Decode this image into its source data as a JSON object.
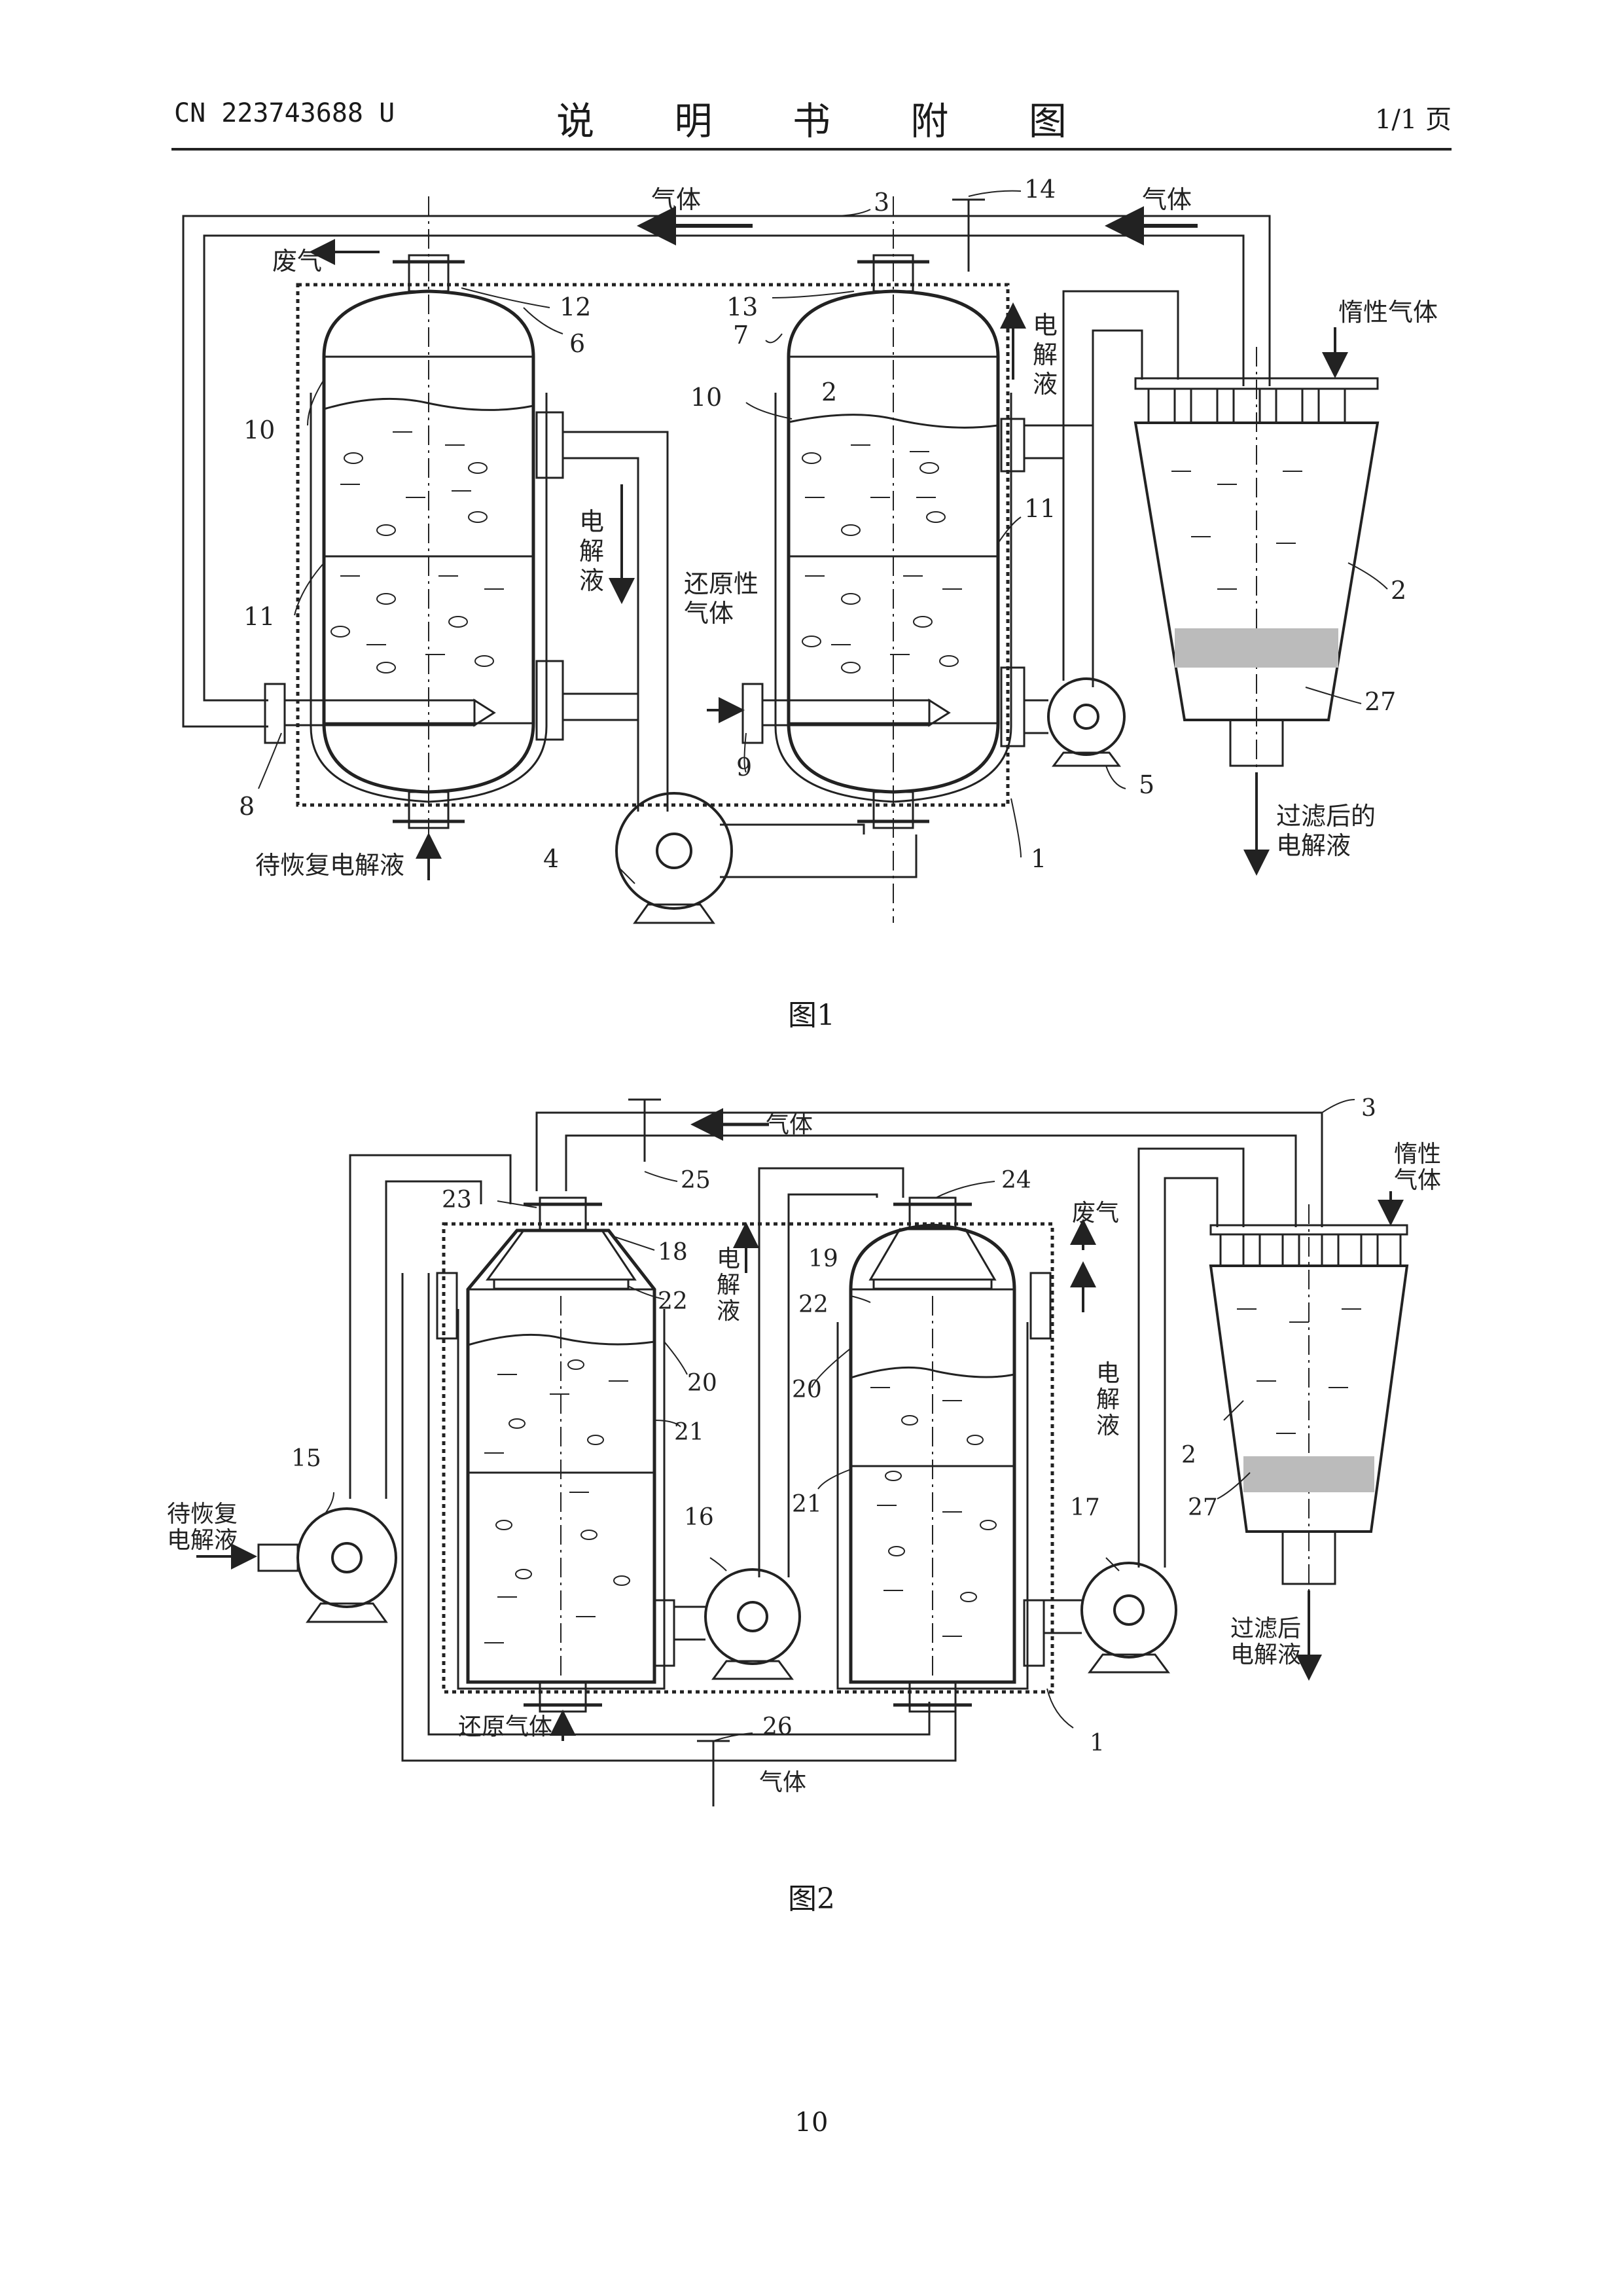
{
  "header": {
    "left": "CN 223743688 U",
    "center": "说 明 书 附 图",
    "right": "1/1 页"
  },
  "figure1": {
    "caption": "图1",
    "labels": {
      "gas_left": "气体",
      "gas_right": "气体",
      "waste_gas": "废气",
      "inert_gas": "惰性气体",
      "electrolyte_left_1": "电",
      "electrolyte_left_2": "解",
      "electrolyte_left_3": "液",
      "electrolyte_right_1": "电",
      "electrolyte_right_2": "解",
      "electrolyte_right_3": "液",
      "reducing_gas_1": "还原性",
      "reducing_gas_2": "气体",
      "to_restore": "待恢复电解液",
      "filtered_1": "过滤后的",
      "filtered_2": "电解液",
      "n1": "1",
      "n2a": "2",
      "n2b": "2",
      "n3": "3",
      "n4": "4",
      "n5": "5",
      "n6": "6",
      "n7": "7",
      "n8": "8",
      "n9": "9",
      "n10a": "10",
      "n10b": "10",
      "n11a": "11",
      "n11b": "11",
      "n12": "12",
      "n13": "13",
      "n14": "14",
      "n27": "27"
    }
  },
  "figure2": {
    "caption": "图2",
    "labels": {
      "gas_top": "气体",
      "gas_bottom": "气体",
      "waste_gas": "废气",
      "inert_1": "惰性",
      "inert_2": "气体",
      "to_restore_1": "待恢复",
      "to_restore_2": "电解液",
      "reducing_gas": "还原气体",
      "electrolyte_a_1": "电",
      "electrolyte_a_2": "解",
      "electrolyte_a_3": "液",
      "electrolyte_b_1": "电",
      "electrolyte_b_2": "解",
      "electrolyte_b_3": "液",
      "filtered_1": "过滤后",
      "filtered_2": "电解液",
      "n1": "1",
      "n2": "2",
      "n3": "3",
      "n15": "15",
      "n16": "16",
      "n17": "17",
      "n18": "18",
      "n19": "19",
      "n20a": "20",
      "n20b": "20",
      "n21a": "21",
      "n21b": "21",
      "n22a": "22",
      "n22b": "22",
      "n23": "23",
      "n24": "24",
      "n25": "25",
      "n26": "26",
      "n27": "27"
    }
  },
  "page_number": "10"
}
